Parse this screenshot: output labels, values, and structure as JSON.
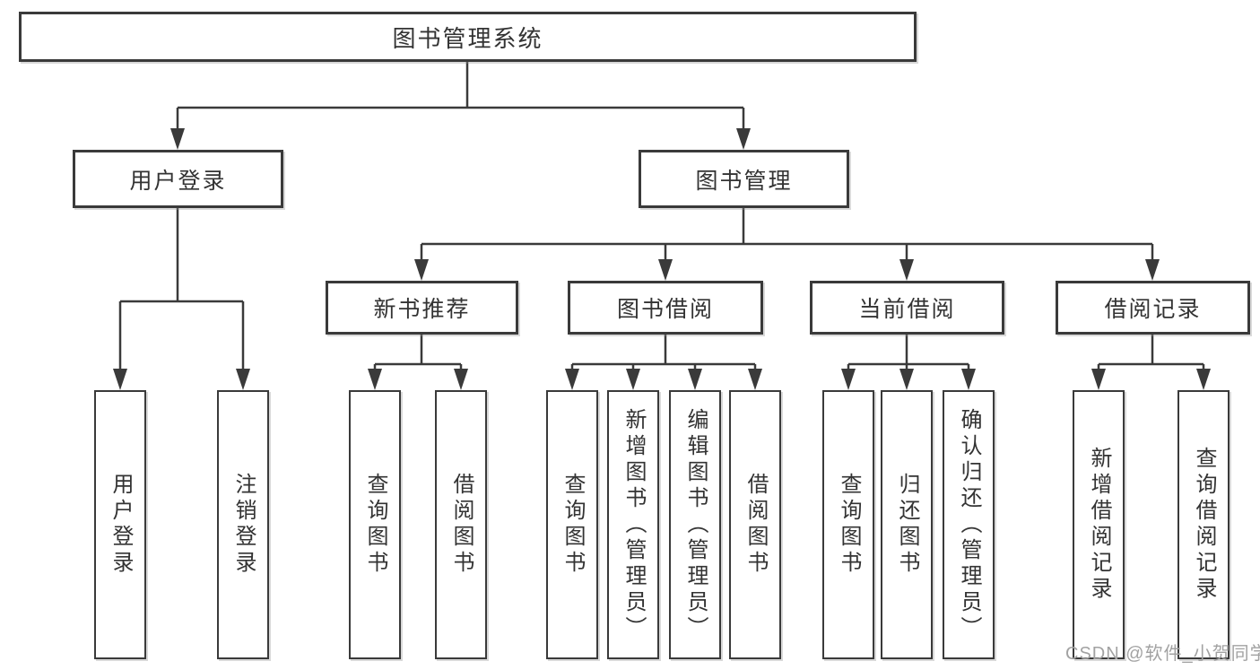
{
  "diagram": {
    "root": {
      "label": "图书管理系统"
    },
    "children": [
      {
        "label": "用户登录",
        "children": [
          {
            "label": "用户登录"
          },
          {
            "label": "注销登录"
          }
        ]
      },
      {
        "label": "图书管理",
        "children": [
          {
            "label": "新书推荐",
            "children": [
              {
                "label": "查询图书"
              },
              {
                "label": "借阅图书"
              }
            ]
          },
          {
            "label": "图书借阅",
            "children": [
              {
                "label": "查询图书"
              },
              {
                "label": "新增图书（管理员）"
              },
              {
                "label": "编辑图书（管理员）"
              },
              {
                "label": "借阅图书"
              }
            ]
          },
          {
            "label": "当前借阅",
            "children": [
              {
                "label": "查询图书"
              },
              {
                "label": "归还图书"
              },
              {
                "label": "确认归还（管理员）"
              }
            ]
          },
          {
            "label": "借阅记录",
            "children": [
              {
                "label": "新增借阅记录"
              },
              {
                "label": "查询借阅记录"
              }
            ]
          }
        ]
      }
    ]
  },
  "watermark": {
    "text": "CSDN @软件_小贺同学"
  },
  "colors": {
    "line": "#3a3a3a",
    "text": "#333333",
    "watermark": "#a2a2a2"
  }
}
